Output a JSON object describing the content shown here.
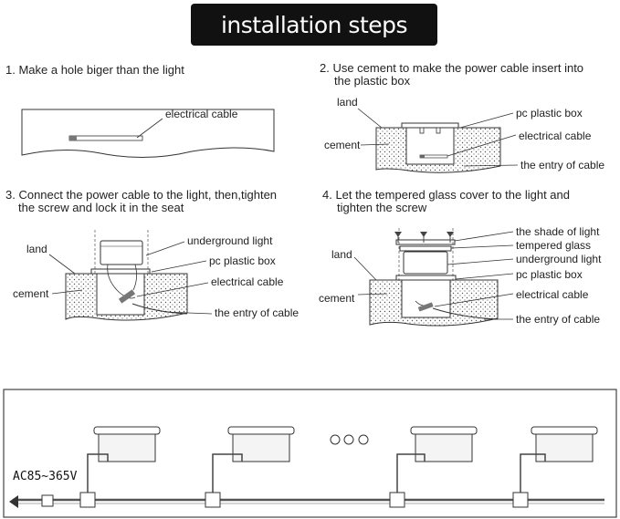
{
  "title": "installation steps",
  "steps": [
    {
      "text": "1. Make a hole biger than the light"
    },
    {
      "line1": "2. Use cement to make the power cable insert into",
      "line2": "the plastic box"
    },
    {
      "line1": "3. Connect the power cable to the light, then,tighten",
      "line2": "the screw and lock it in the seat"
    },
    {
      "line1": "4. Let the tempered glass cover to the light and",
      "line2": "tighten the screw"
    }
  ],
  "labels": {
    "d1_cable": "electrical cable",
    "d2_land": "land",
    "d2_box": "pc plastic box",
    "d2_cement": "cement",
    "d2_cable": "electrical cable",
    "d2_entry": "the entry of cable",
    "d3_land": "land",
    "d3_light": "underground  light",
    "d3_box": "pc plastic box",
    "d3_cement": "cement",
    "d3_cable": "electrical cable",
    "d3_entry": "the entry of cable",
    "d4_shade": "the shade of light",
    "d4_glass": "tempered glass",
    "d4_light": "underground  light",
    "d4_land": "land",
    "d4_box": "pc plastic box",
    "d4_cement": "cement",
    "d4_cable": "electrical cable",
    "d4_entry": "the entry of cable"
  },
  "wiring": {
    "voltage": "AC85~365V"
  }
}
